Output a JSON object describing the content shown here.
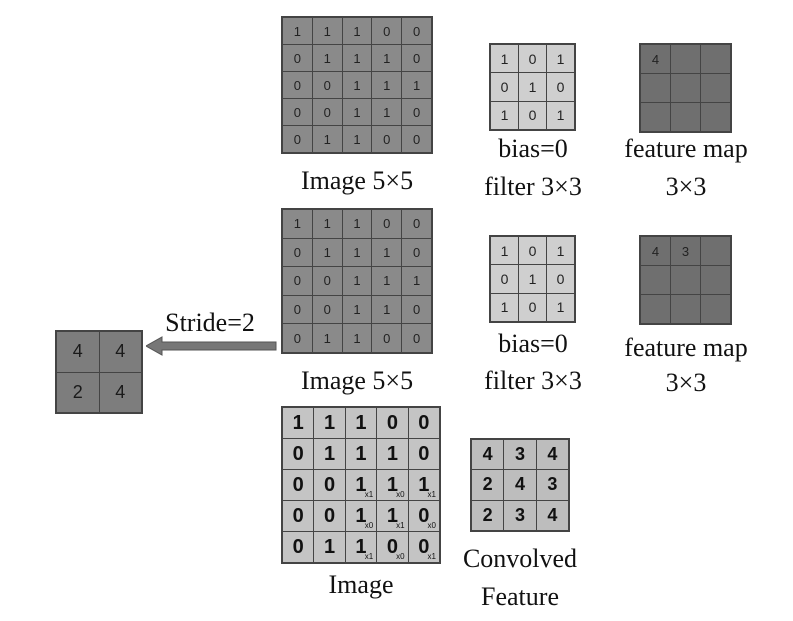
{
  "row1": {
    "image": [
      [
        1,
        1,
        1,
        0,
        0
      ],
      [
        0,
        1,
        1,
        1,
        0
      ],
      [
        0,
        0,
        1,
        1,
        1
      ],
      [
        0,
        0,
        1,
        1,
        0
      ],
      [
        0,
        1,
        1,
        0,
        0
      ]
    ],
    "image_label": "Image 5×5",
    "filter": [
      [
        1,
        0,
        1
      ],
      [
        0,
        1,
        0
      ],
      [
        1,
        0,
        1
      ]
    ],
    "bias_label": "bias=0",
    "filter_label": "filter 3×3",
    "feature_map": [
      [
        "4",
        "",
        ""
      ],
      [
        "",
        "",
        ""
      ],
      [
        "",
        "",
        ""
      ]
    ],
    "fmap_label_1": "feature map",
    "fmap_label_2": "3×3"
  },
  "row2": {
    "image": [
      [
        1,
        1,
        1,
        0,
        0
      ],
      [
        0,
        1,
        1,
        1,
        0
      ],
      [
        0,
        0,
        1,
        1,
        1
      ],
      [
        0,
        0,
        1,
        1,
        0
      ],
      [
        0,
        1,
        1,
        0,
        0
      ]
    ],
    "image_label": "Image 5×5",
    "filter": [
      [
        1,
        0,
        1
      ],
      [
        0,
        1,
        0
      ],
      [
        1,
        0,
        1
      ]
    ],
    "bias_label": "bias=0",
    "filter_label": "filter 3×3",
    "feature_map": [
      [
        "4",
        "3",
        ""
      ],
      [
        "",
        "",
        ""
      ],
      [
        "",
        "",
        ""
      ]
    ],
    "fmap_label_1": "feature map",
    "fmap_label_2": "3×3",
    "stride_label": "Stride=2",
    "pooled": [
      [
        "4",
        "4"
      ],
      [
        "2",
        "4"
      ]
    ]
  },
  "row3": {
    "image": [
      [
        "1",
        "1",
        "1",
        "0",
        "0"
      ],
      [
        "0",
        "1",
        "1",
        "1",
        "0"
      ],
      [
        "0",
        "0",
        "1",
        "1",
        "1"
      ],
      [
        "0",
        "0",
        "1",
        "1",
        "0"
      ],
      [
        "0",
        "1",
        "1",
        "0",
        "0"
      ]
    ],
    "subscripts": [
      [
        "",
        "",
        "",
        "",
        ""
      ],
      [
        "",
        "",
        "",
        "",
        ""
      ],
      [
        "",
        "",
        "x1",
        "x0",
        "x1"
      ],
      [
        "",
        "",
        "x0",
        "x1",
        "x0"
      ],
      [
        "",
        "",
        "x1",
        "x0",
        "x1"
      ]
    ],
    "image_label": "Image",
    "convolved": [
      [
        "4",
        "3",
        "4"
      ],
      [
        "2",
        "4",
        "3"
      ],
      [
        "2",
        "3",
        "4"
      ]
    ],
    "convolved_label_1": "Convolved",
    "convolved_label_2": "Feature"
  },
  "colors": {
    "dark_cell": "#8a8a8a",
    "filter_cell": "#cfcfcf",
    "feature_map_cell": "#6f6f6f",
    "light_cell": "#c4c4c4",
    "arrow": "#777777"
  }
}
